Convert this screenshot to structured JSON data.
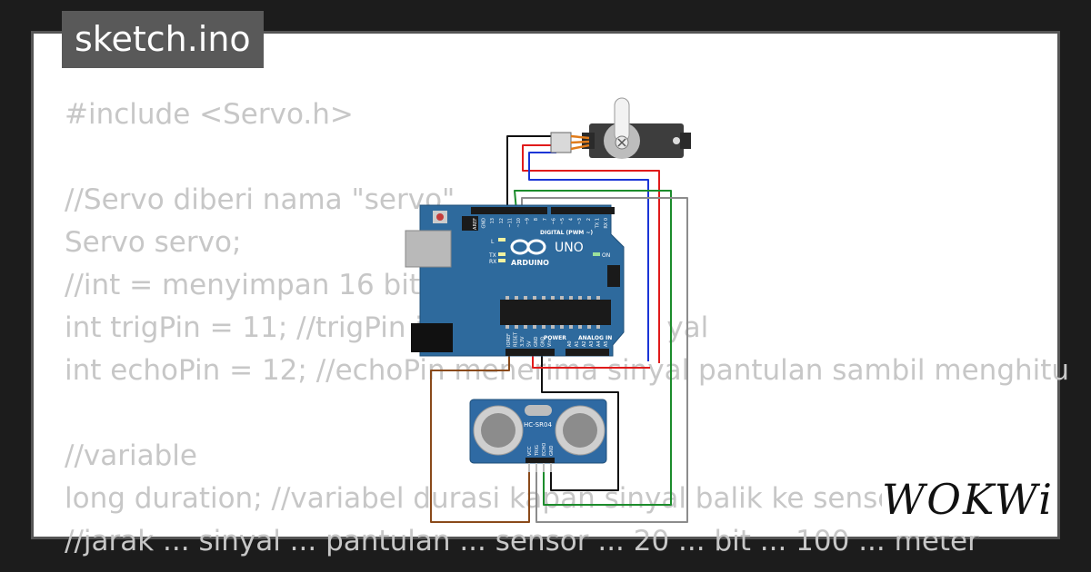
{
  "title": "sketch.ino",
  "code_lines": [
    "#include <Servo.h>",
    "",
    "//Servo diberi nama \"servo\"",
    "Servo servo;",
    "//int = menyimpan 16 bit i",
    "int trigPin = 11; //trigPin it                          yal",
    "int echoPin = 12; //echoPin menerima sinyal pantulan sambil menghitu",
    "",
    "//variable",
    "long duration; //variabel durasi kapan sinyal balik ke sensor",
    "//jarak ... sinyal ... pantulan ... sensor ... 20 ... bit ... 100 ... meter"
  ],
  "board": {
    "brand": "ARDUINO",
    "model": "UNO",
    "digital_header": "DIGITAL (PWM ~)",
    "power_header": "POWER",
    "analog_header": "ANALOG IN",
    "on_label": "ON",
    "tx_label": "TX",
    "rx_label": "RX",
    "l_label": "L",
    "pin_labels_top": [
      "AREF",
      "GND",
      "13",
      "12",
      "~11",
      "~10",
      "~9",
      "8",
      "7",
      "~6",
      "~5",
      "4",
      "~3",
      "2",
      "TX 1",
      "RX 0"
    ],
    "pin_labels_power": [
      "IOREF",
      "RESET",
      "3.3V",
      "5V",
      "GND",
      "GND",
      "Vin"
    ],
    "pin_labels_analog": [
      "A0",
      "A1",
      "A2",
      "A3",
      "A4",
      "A5"
    ]
  },
  "sensor": {
    "label": "HC-SR04",
    "pins": [
      "VCC",
      "TRIG",
      "ECHO",
      "GND"
    ]
  },
  "watermark": "WOKWi",
  "colors": {
    "board_blue": "#2e6a9d",
    "wire_black": "#111111",
    "wire_red": "#e01b1b",
    "wire_blue": "#1a35d6",
    "wire_green": "#1c8c2c",
    "wire_gray": "#8c8c8c",
    "wire_brown": "#8a4a1a"
  }
}
